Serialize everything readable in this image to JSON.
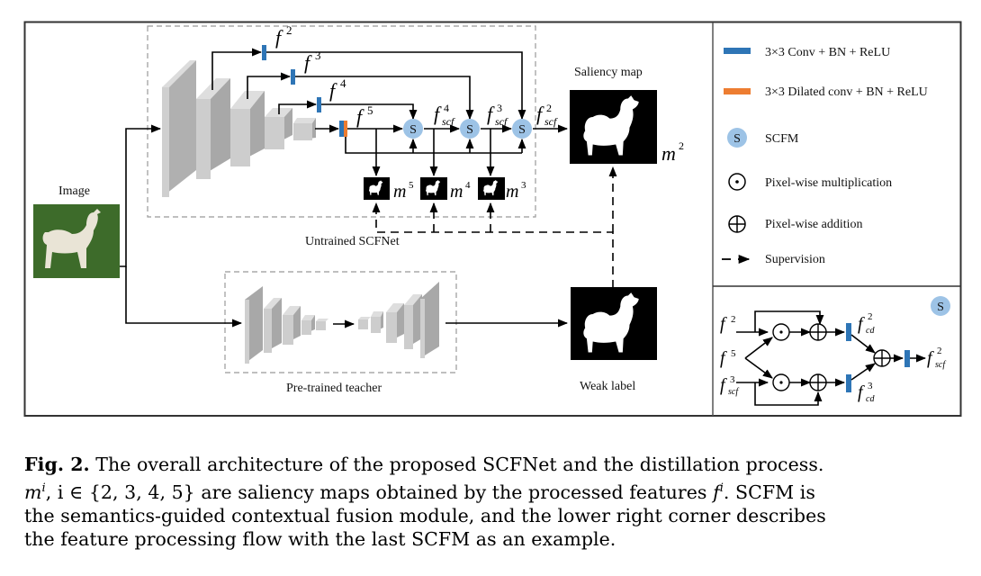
{
  "figure": {
    "student_label": "Untrained SCFNet",
    "teacher_label": "Pre-trained teacher",
    "input_label": "Image",
    "saliency_map_label": "Saliency map",
    "weak_label": "Weak label",
    "scfm_glyph": "S",
    "features": {
      "f2": {
        "base": "f",
        "sup": "2"
      },
      "f3": {
        "base": "f",
        "sup": "3"
      },
      "f4": {
        "base": "f",
        "sup": "4"
      },
      "f5": {
        "base": "f",
        "sup": "5"
      },
      "fscf4": {
        "base": "f",
        "sup": "4",
        "sub": "scf"
      },
      "fscf3": {
        "base": "f",
        "sup": "3",
        "sub": "scf"
      },
      "fscf2": {
        "base": "f",
        "sup": "2",
        "sub": "scf"
      }
    },
    "maps": [
      {
        "base": "m",
        "sup": "5"
      },
      {
        "base": "m",
        "sup": "4"
      },
      {
        "base": "m",
        "sup": "3"
      }
    ],
    "final_map": {
      "base": "m",
      "sup": "2"
    }
  },
  "legend": {
    "items": [
      {
        "icon": "blue-conv-bar",
        "label": "3×3 Conv + BN + ReLU",
        "color": "#2e75b6"
      },
      {
        "icon": "orange-dilated-bar",
        "label": "3×3 Dilated conv + BN + ReLU",
        "color": "#ed7d31"
      },
      {
        "icon": "scfm-circle",
        "label": "SCFM",
        "color": "#9dc3e6"
      },
      {
        "icon": "circle-dot",
        "label": "Pixel-wise multiplication"
      },
      {
        "icon": "circle-plus",
        "label": "Pixel-wise addition"
      },
      {
        "icon": "dashed-arrow",
        "label": "Supervision"
      }
    ]
  },
  "scfm_detail": {
    "inputs": [
      {
        "base": "f",
        "sup": "2"
      },
      {
        "base": "f",
        "sup": "5"
      },
      {
        "base": "f",
        "sup": "3",
        "sub": "scf"
      }
    ],
    "intermediates": [
      {
        "base": "f",
        "sup": "2",
        "sub": "cd"
      },
      {
        "base": "f",
        "sup": "3",
        "sub": "cd"
      }
    ],
    "output": {
      "base": "f",
      "sup": "2",
      "sub": "scf"
    }
  },
  "caption": {
    "fig_label": "Fig. 2.",
    "line1": " The overall architecture of the proposed SCFNet and the distillation process.",
    "line2_m": "m",
    "line2_i": "i",
    "line2_rest": ", i ∈ {2, 3, 4, 5} are saliency maps obtained by the processed features ",
    "line2_f": "f",
    "line2_fi": "i",
    "line2_end": ". SCFM is",
    "line3": "the semantics-guided contextual fusion module, and the lower right corner describes",
    "line4": "the feature processing flow with the last SCFM as an example."
  }
}
